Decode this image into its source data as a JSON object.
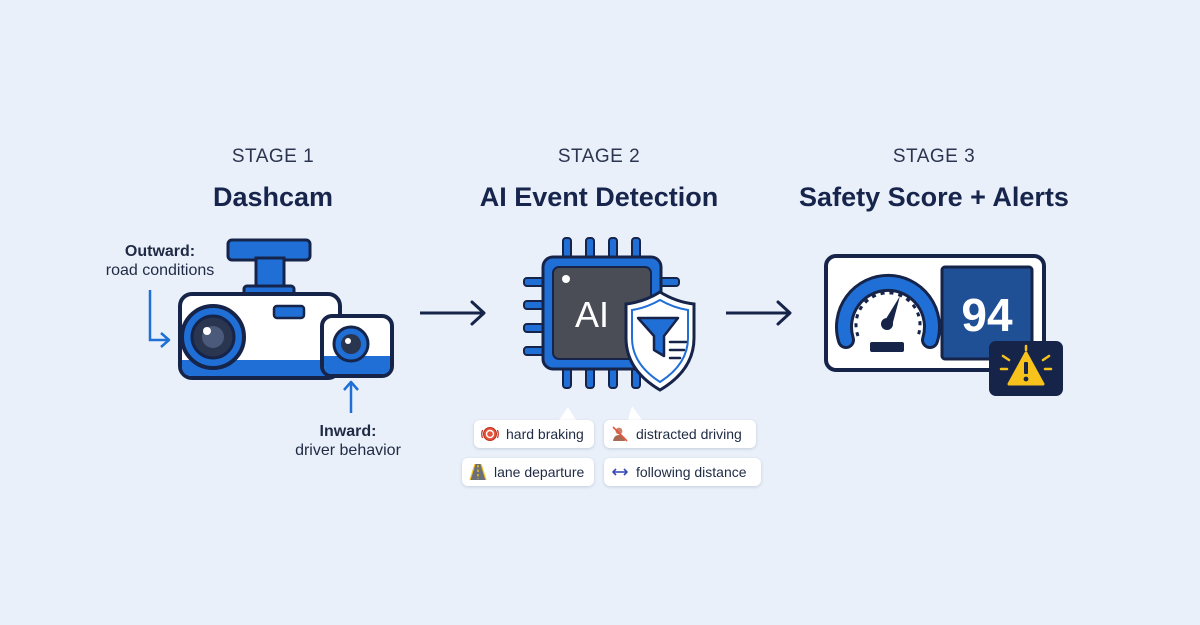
{
  "stages": [
    {
      "label": "STAGE 1",
      "title": "Dashcam"
    },
    {
      "label": "STAGE 2",
      "title": "AI Event Detection"
    },
    {
      "label": "STAGE 3",
      "title": "Safety Score + Alerts"
    }
  ],
  "camera": {
    "outward_label": "Outward:",
    "outward_desc": "road conditions",
    "inward_label": "Inward:",
    "inward_desc": "driver behavior"
  },
  "chip_text": "AI",
  "events": [
    {
      "label": "hard braking",
      "icon": "brake-icon"
    },
    {
      "label": "distracted driving",
      "icon": "distracted-driver-icon"
    },
    {
      "label": "lane departure",
      "icon": "road-lane-icon"
    },
    {
      "label": "following distance",
      "icon": "double-arrow-icon"
    }
  ],
  "score": {
    "value": "94",
    "alert_icon": "warning-icon"
  },
  "colors": {
    "background": "#e9f0fa",
    "primary_blue": "#1f6fd6",
    "dark_navy": "#16244a",
    "score_panel": "#1f4f94",
    "alert_yellow": "#f7c21b"
  }
}
